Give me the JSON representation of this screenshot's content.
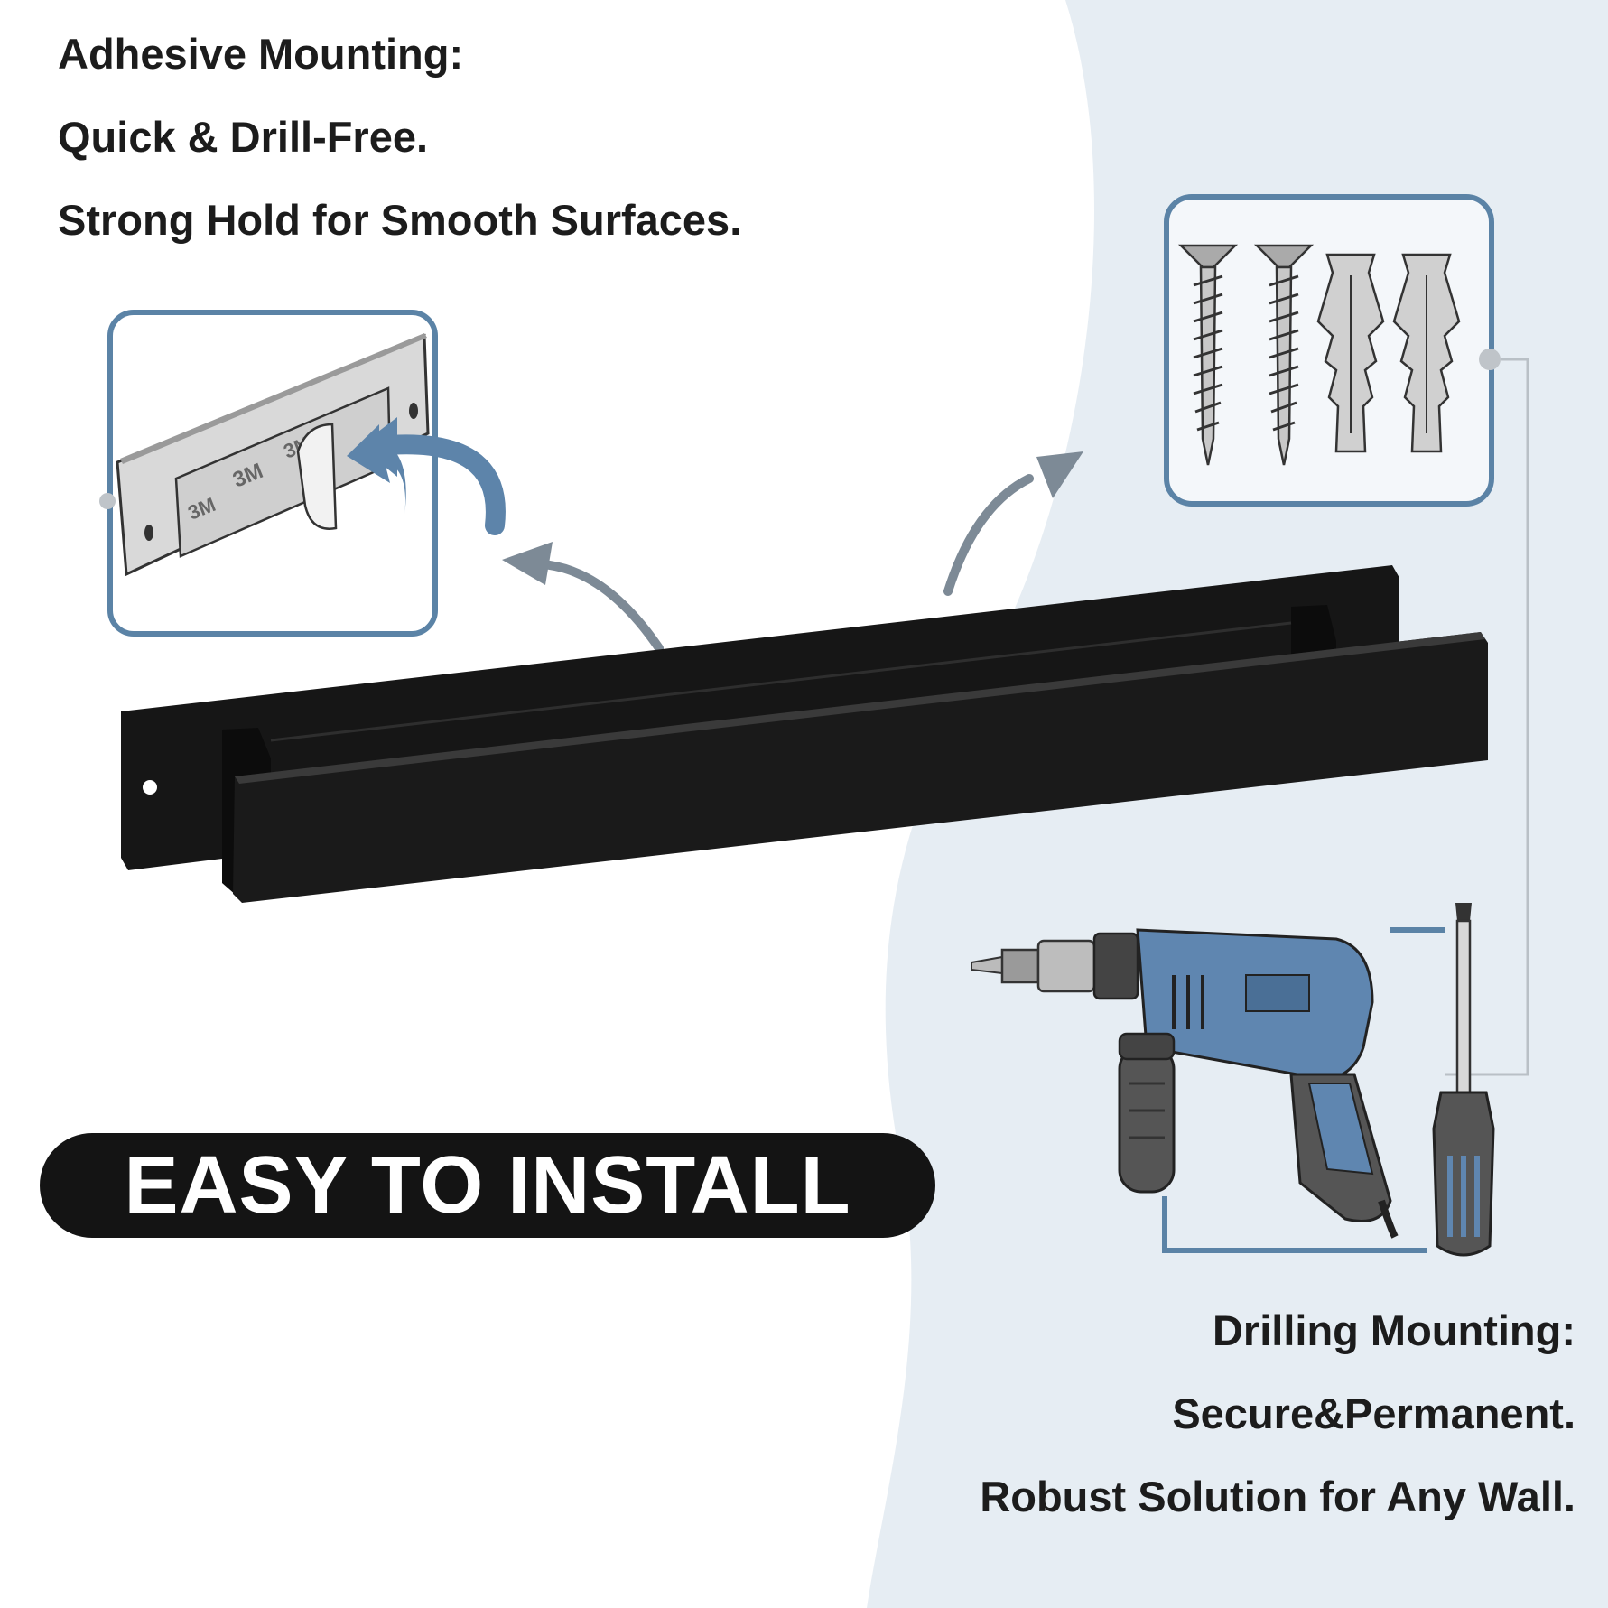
{
  "adhesive": {
    "title": "Adhesive Mounting:",
    "line1": "Quick & Drill-Free.",
    "line2": "Strong Hold for Smooth Surfaces."
  },
  "badge": {
    "label": "EASY TO INSTALL"
  },
  "drilling": {
    "title": "Drilling Mounting:",
    "line1": "Secure&Permanent.",
    "line2": "Robust Solution for Any Wall."
  },
  "tape_brand": "3M",
  "colors": {
    "frame_blue": "#5b83a6",
    "arrow_blue": "#5d84aa",
    "tool_blue": "#5f86b0",
    "wall_gray": "#e4ebf1",
    "bar_black": "#111111"
  },
  "icons": [
    "adhesive-plate-icon",
    "curved-arrow-icon",
    "screw-icon",
    "wall-plug-icon",
    "drill-icon",
    "screwdriver-icon",
    "towel-bar-image"
  ]
}
